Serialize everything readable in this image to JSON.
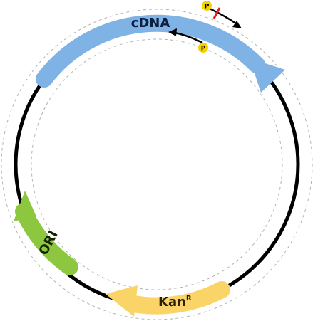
{
  "diagram": {
    "features": [
      {
        "label": "cDNA",
        "color": "#7fb2e5"
      },
      {
        "label": "Kan",
        "superscript": "R",
        "color": "#fbd468"
      },
      {
        "label": "ORI",
        "color": "#8dc63f"
      }
    ],
    "primers": [
      {
        "label": "P",
        "color": "#f2d200",
        "blocked": true,
        "block_color": "#e31d1d"
      },
      {
        "label": "P",
        "color": "#f2d200",
        "blocked": false
      }
    ],
    "colors": {
      "backbone": "#000000",
      "guide": "#b3b3b3",
      "primer_arrow": "#000000"
    }
  }
}
